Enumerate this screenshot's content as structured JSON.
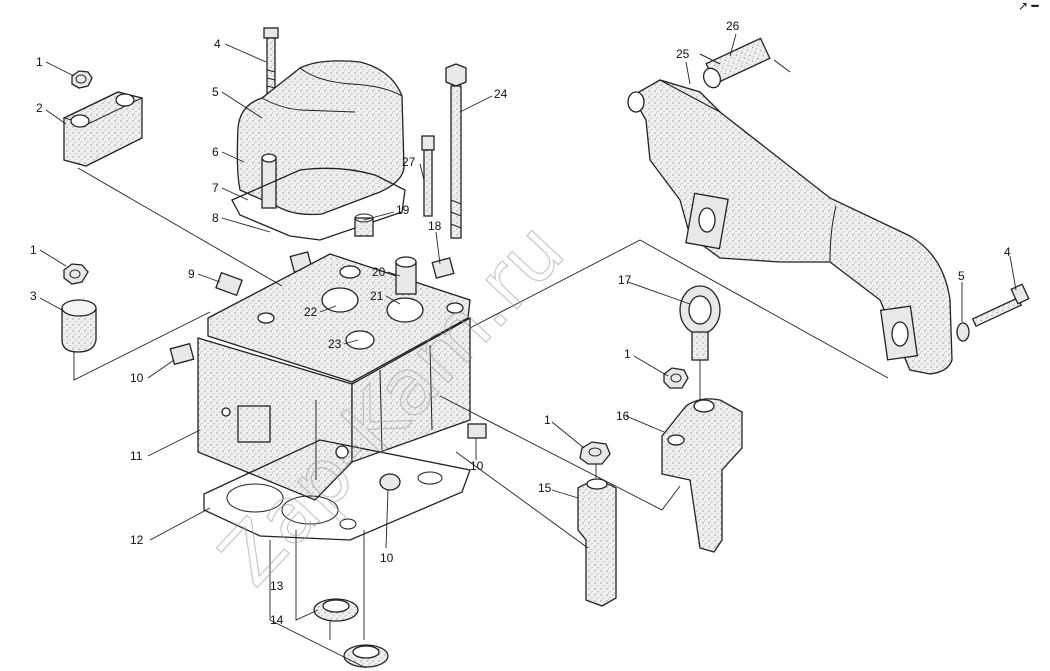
{
  "watermark": "Zap-Kam.ru",
  "corner_mark": "↗ ━",
  "colors": {
    "ink": "#222222",
    "part_fill": "#ececec",
    "shade": "#d6d6d6",
    "watermark": "#9a9a9a"
  },
  "labels": [
    "1",
    "2",
    "4",
    "5",
    "6",
    "7",
    "8",
    "19",
    "27",
    "18",
    "24",
    "26",
    "25",
    "1",
    "3",
    "9",
    "20",
    "21",
    "22",
    "23",
    "10",
    "11",
    "10",
    "17",
    "1",
    "16",
    "1",
    "15",
    "12",
    "10",
    "13",
    "14",
    "4",
    "5"
  ]
}
